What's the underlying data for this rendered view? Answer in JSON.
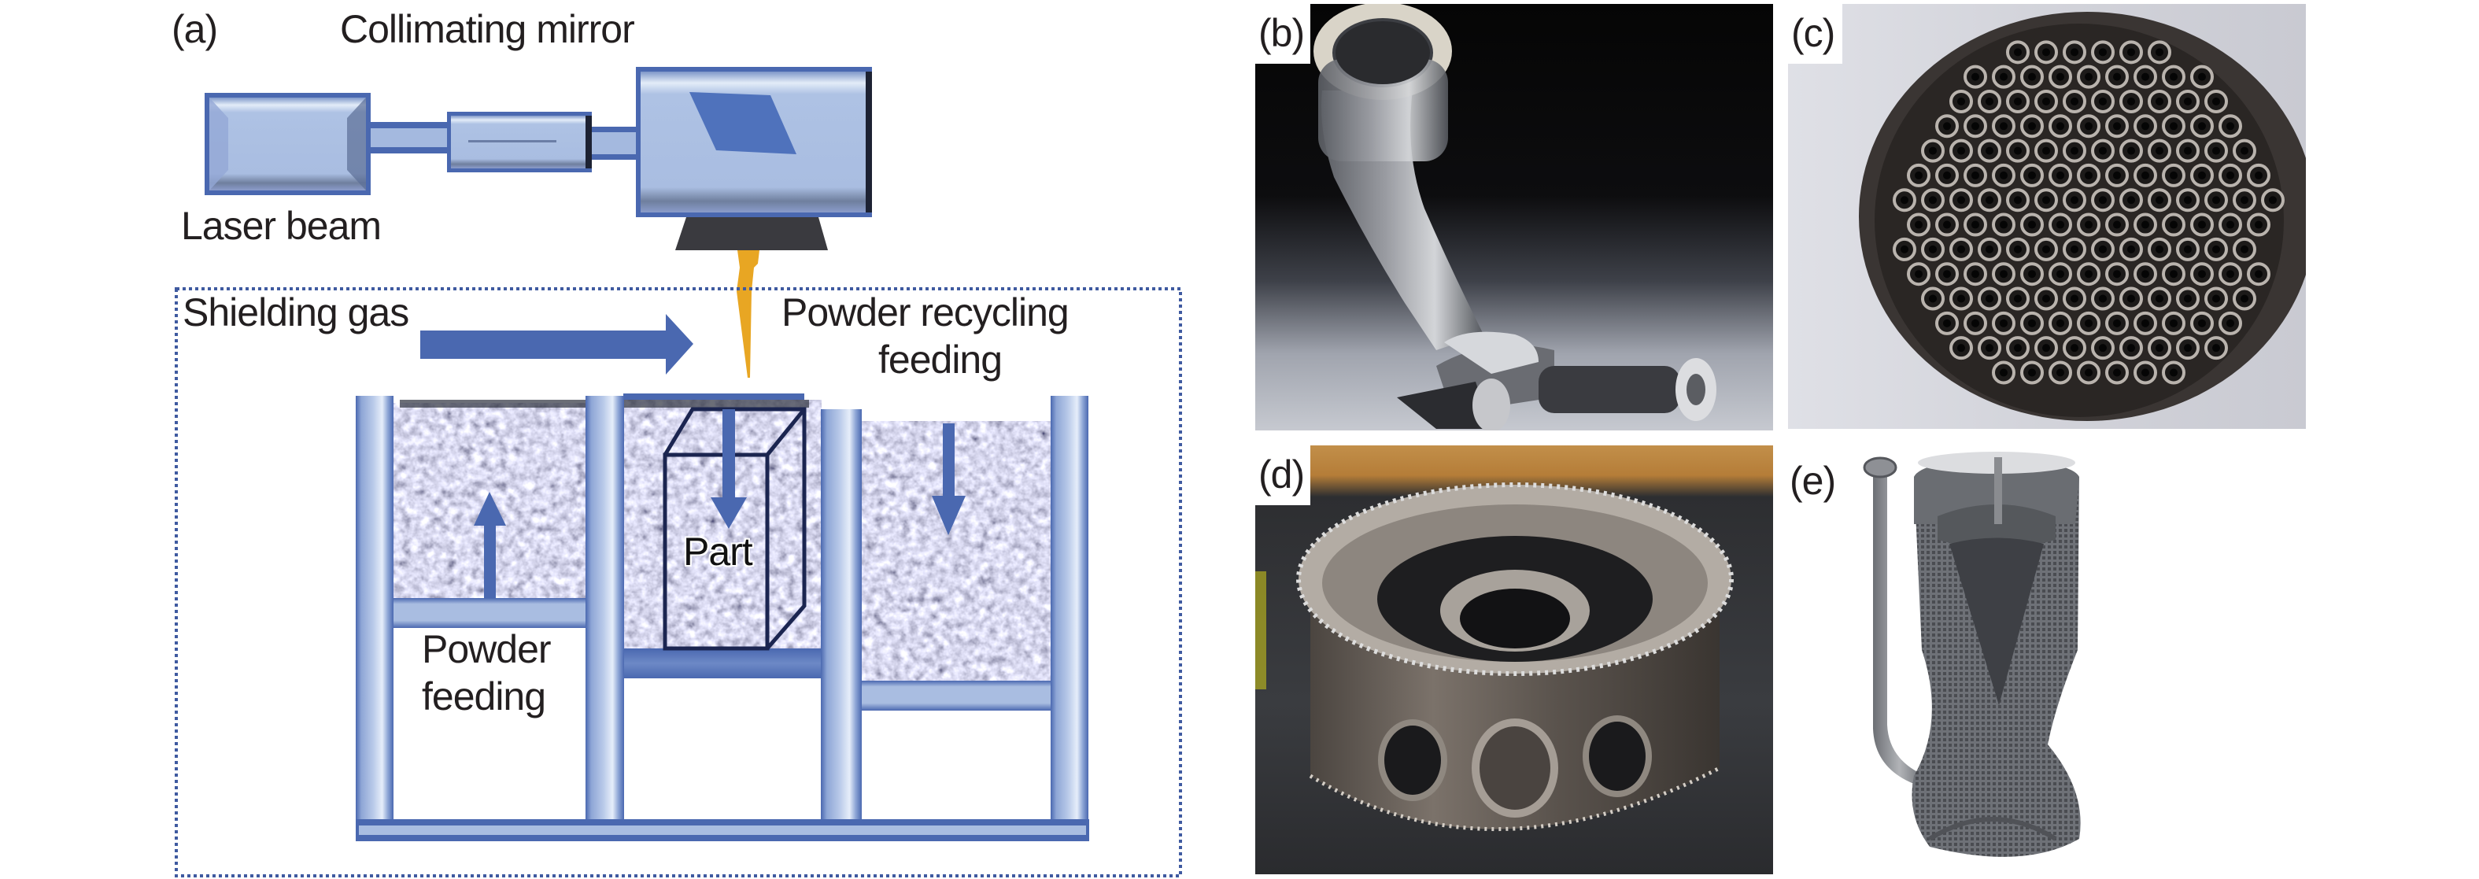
{
  "figure": {
    "panels": [
      {
        "id": "a",
        "label": "(a)",
        "kind": "schematic"
      },
      {
        "id": "b",
        "label": "(b)",
        "kind": "photo",
        "subject": "metal tube bracket part"
      },
      {
        "id": "c",
        "label": "(c)",
        "kind": "photo",
        "subject": "fuel nozzle plate with tube array"
      },
      {
        "id": "d",
        "label": "(d)",
        "kind": "photo",
        "subject": "annular engine casing"
      },
      {
        "id": "e",
        "label": "(e)",
        "kind": "photo",
        "subject": "lattice rocket nozzle"
      }
    ]
  },
  "schematic": {
    "labels": {
      "collimating_mirror": "Collimating mirror",
      "laser_beam": "Laser beam",
      "shielding_gas": "Shielding gas",
      "powder_recycling_line1": "Powder recycling",
      "powder_recycling_line2": "feeding",
      "part": "Part",
      "powder_feeding_line1": "Powder",
      "powder_feeding_line2": "feeding"
    },
    "colors": {
      "frame_blue": "#4a68b0",
      "frame_light": "#aabfe2",
      "arrow_blue": "#4a68b0",
      "beam_orange": "#e8a623",
      "nozzle_dark": "#3a3a3f",
      "dotted_border": "#3f5aa0"
    }
  }
}
